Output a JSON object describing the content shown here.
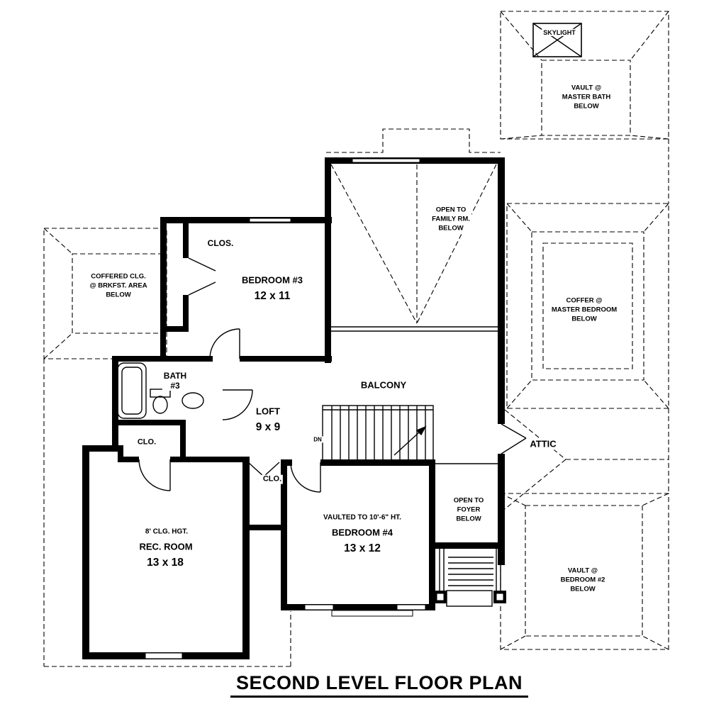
{
  "colors": {
    "ink": "#000000",
    "paper": "#ffffff"
  },
  "title": "SECOND LEVEL FLOOR PLAN",
  "rooms": {
    "bedroom3": {
      "name": "BEDROOM #3",
      "dims": "12 x 11"
    },
    "bedroom4": {
      "note": "VAULTED TO 10'-6\" HT.",
      "name": "BEDROOM #4",
      "dims": "13 x 12"
    },
    "rec_room": {
      "note": "8' CLG. HGT.",
      "name": "REC. ROOM",
      "dims": "13 x 18"
    },
    "loft": {
      "name": "LOFT",
      "dims": "9 x 9"
    },
    "bath3": {
      "line1": "BATH",
      "line2": "#3"
    },
    "balcony": {
      "name": "BALCONY"
    },
    "attic": {
      "name": "ATTIC"
    },
    "closet": {
      "name": "CLOS."
    },
    "clo_hall": {
      "name": "CLO."
    },
    "clo_bed4": {
      "name": "CLO."
    }
  },
  "annotations": {
    "skylight": "SKYLIGHT",
    "stairs_dn": "DN",
    "vault_master_bath": [
      "VAULT @",
      "MASTER BATH",
      "BELOW"
    ],
    "open_family": [
      "OPEN TO",
      "FAMILY RM.",
      "BELOW"
    ],
    "coffered_brkfst": [
      "COFFERED CLG.",
      "@ BRKFST. AREA",
      "BELOW"
    ],
    "coffer_master": [
      "COFFER @",
      "MASTER BEDROOM",
      "BELOW"
    ],
    "open_foyer": [
      "OPEN TO",
      "FOYER",
      "BELOW"
    ],
    "vault_bedroom2": [
      "VAULT @",
      "BEDROOM #2",
      "BELOW"
    ]
  }
}
